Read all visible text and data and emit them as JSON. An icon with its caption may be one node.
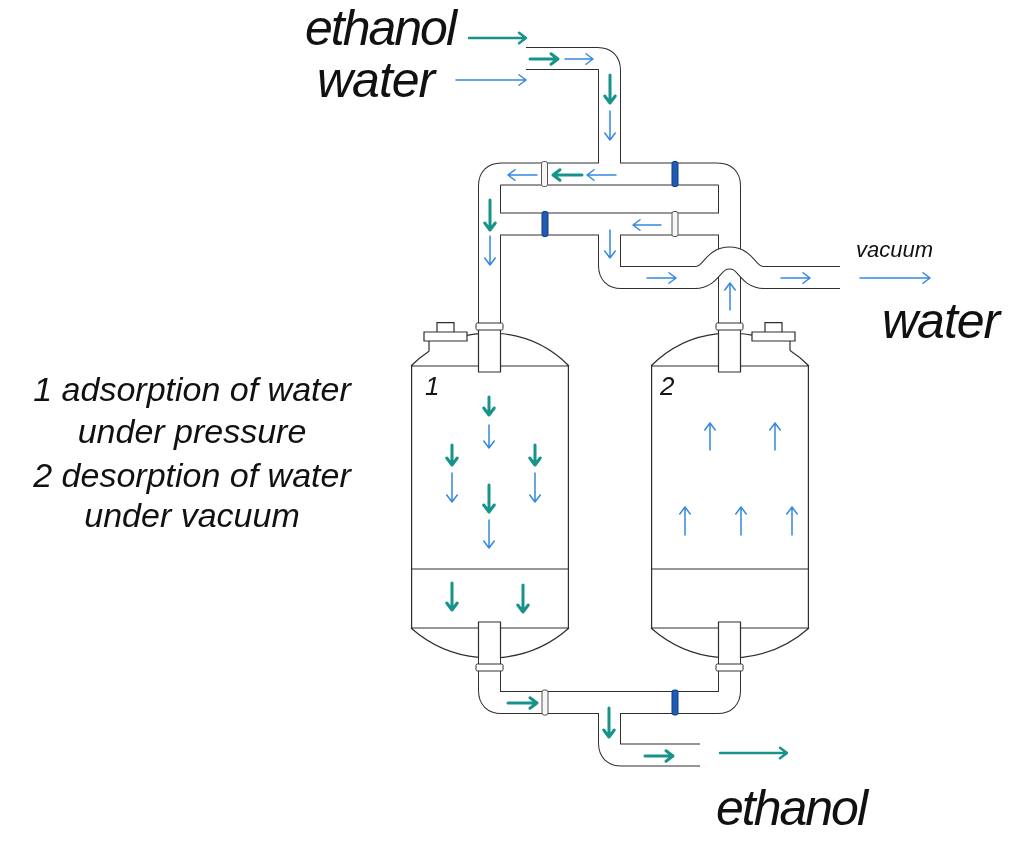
{
  "diagram": {
    "nodes": [
      {
        "text": [
          "1"
        ]
      },
      {
        "text": [
          "2"
        ]
      }
    ],
    "edges": [
      {
        "from": 1,
        "to": 0,
        "arrow": "to"
      },
      {
        "from": 0,
        "to": 1,
        "arrow": "to"
      }
    ],
    "labels": [
      "ethanol",
      "water",
      "vacuum",
      "water",
      "1 adsorption of water under pressure",
      "2 desorption of water under vacuum",
      "ethanol"
    ]
  }
}
